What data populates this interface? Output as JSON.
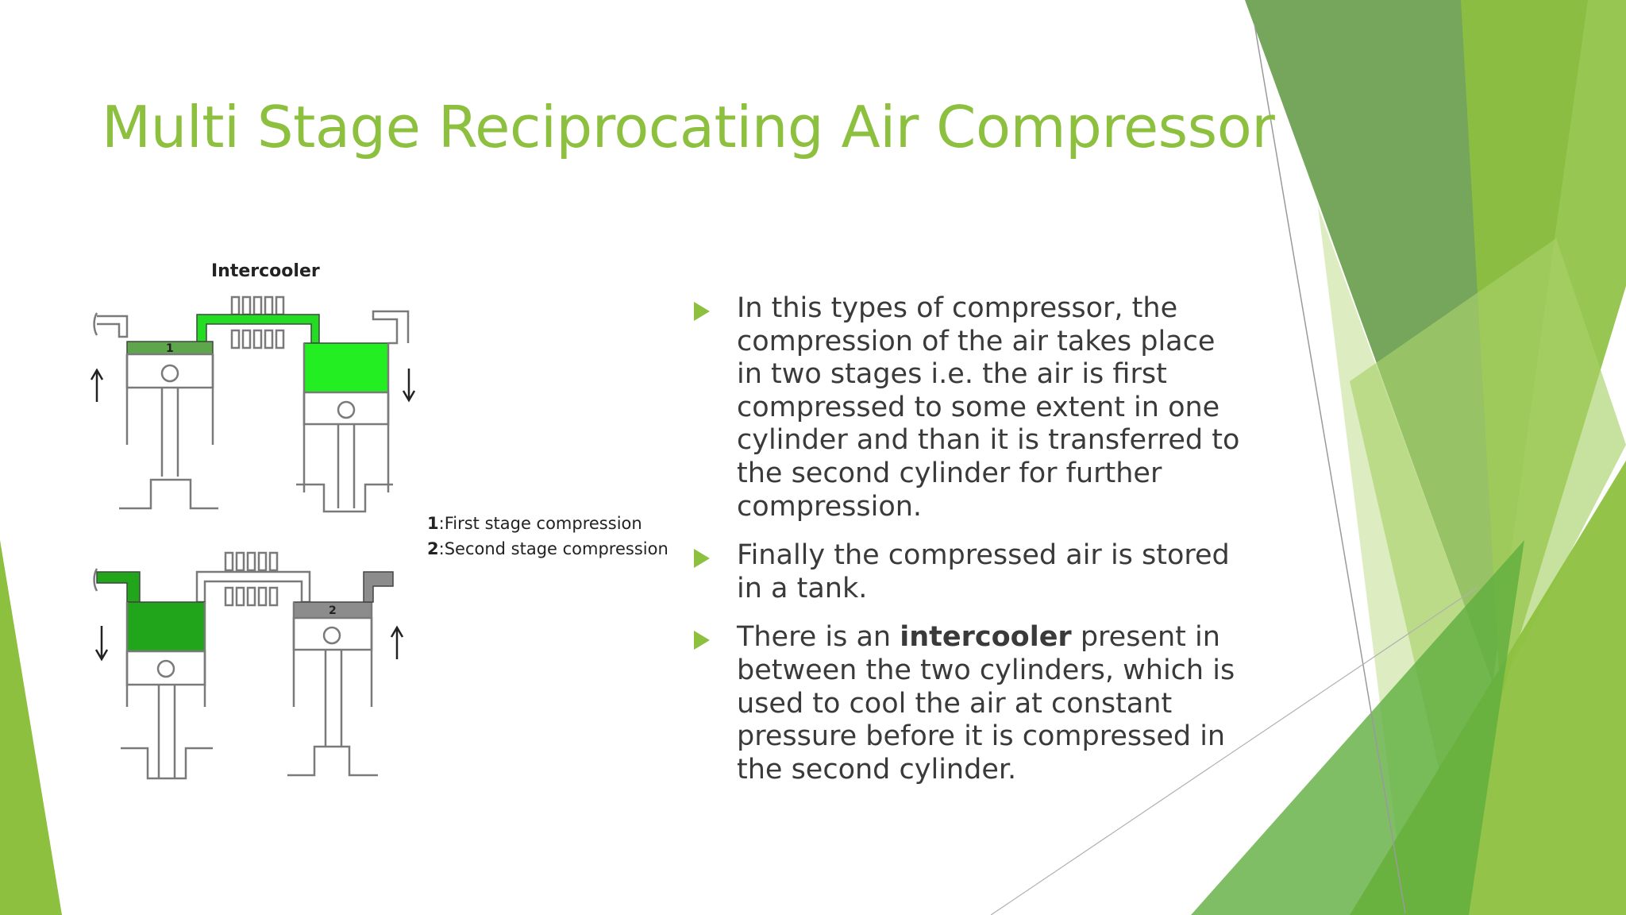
{
  "slide": {
    "title": "Multi Stage Reciprocating Air Compressor",
    "accent_color": "#8dc03f"
  },
  "diagram": {
    "intercooler_label": "Intercooler",
    "cylinder_1_number": "1",
    "cylinder_2_number": "2",
    "legend": [
      {
        "key": "1",
        "text": ":First stage compression"
      },
      {
        "key": "2",
        "text": ":Second stage compression"
      }
    ],
    "colors": {
      "bright_green": "#22ee22",
      "mid_green": "#21a51a",
      "dark_green": "#5da64b",
      "gray": "#8c8c8c",
      "line": "#7a7a7a"
    }
  },
  "bullets": [
    {
      "before": "In this types of compressor, the compression of the air takes place in two stages i.e. the air is first compressed to some extent in one cylinder and than it is transferred to the second cylinder for further compression.",
      "bold": "",
      "after": ""
    },
    {
      "before": "Finally the compressed air is stored in a tank.",
      "bold": "",
      "after": ""
    },
    {
      "before": "There is an ",
      "bold": "intercooler",
      "after": " present in between the two cylinders, which is used to cool the air at constant pressure before it is compressed in the second cylinder."
    }
  ]
}
